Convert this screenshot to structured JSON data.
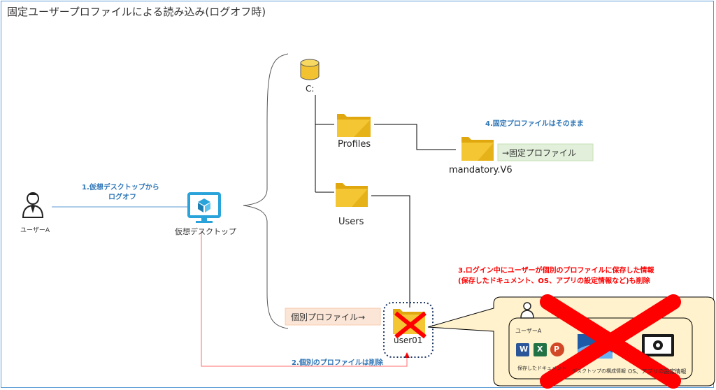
{
  "title": "固定ユーザープロファイルによる読み込み(ログオフ時)",
  "user": {
    "label": "ユーザーA"
  },
  "vdesk": {
    "label": "仮想デスクトップ"
  },
  "drive": {
    "label": "C:"
  },
  "folders": {
    "profiles": "Profiles",
    "users": "Users",
    "mandatory": "mandatory.V6",
    "user01": "user01"
  },
  "tags": {
    "fixed_profile": "→固定プロファイル",
    "personal_profile": "個別プロファイル→"
  },
  "steps": {
    "step1_line1": "1.仮想デスクトップから",
    "step1_line2": "ログオフ",
    "step2": "2.個別のプロファイルは削除",
    "step3_line1": "3.ログイン中にユーザーが個別のプロファイルに保存した情報",
    "step3_line2": "(保存したドキュメント、OS、アプリの設定情報など)も削除",
    "step4": "4.固定プロファイルはそのまま"
  },
  "callout": {
    "user_label": "ユーザーA",
    "docs_label": "保存したドキュメント",
    "desktop_label": "デスクトップの構成情報",
    "os_label": "OS、アプリの設定情報",
    "app_icons": [
      "W",
      "X",
      "P"
    ]
  },
  "colors": {
    "blue_text": "#2e75b6",
    "red_text": "#ff0000",
    "folder": "#f2c230",
    "frame": "#5b9bd5"
  }
}
